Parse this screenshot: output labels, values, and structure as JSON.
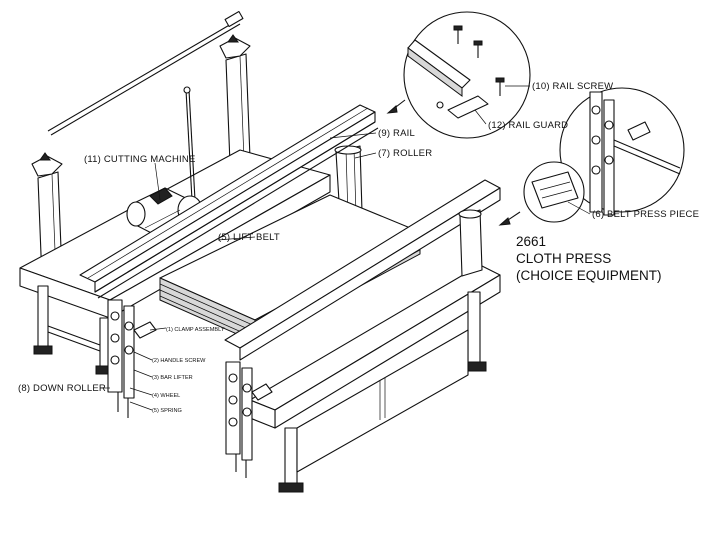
{
  "title": {
    "model": "2661",
    "line1": "CLOTH PRESS",
    "line2": "(CHOICE EQUIPMENT)"
  },
  "labels": {
    "cutting_machine": "(11) CUTTING MACHINE",
    "rail": "(9) RAIL",
    "roller": "(7) ROLLER",
    "lift_belt": "(5) LIFT BELT",
    "rail_screw": "(10) RAIL SCREW",
    "rail_guard": "(12) RAIL GUARD",
    "belt_press_piece": "(6) BELT PRESS PIECE",
    "clamp_assembly": "(1) CLAMP ASSEMBLY",
    "handle_screw": "(2) HANDLE SCREW",
    "bar_lifter": "(3) BAR LIFTER",
    "wheel": "(4) WHEEL",
    "spring": "(5) SPRING",
    "down_roller": "(8) DOWN ROLLER"
  }
}
